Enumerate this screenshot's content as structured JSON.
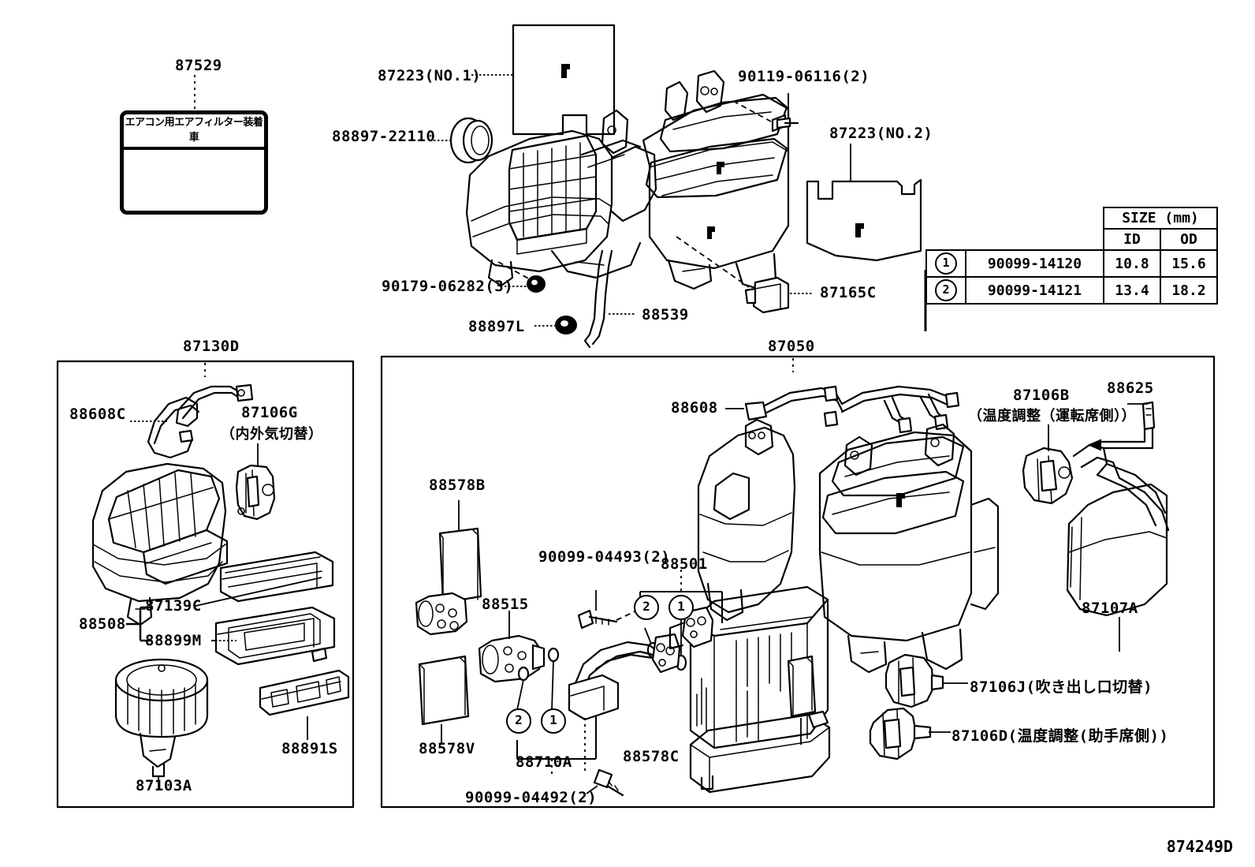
{
  "drawing": {
    "number": "874249D",
    "label_plate": {
      "part": "87529",
      "text_jp": "エアコン用エアフィルター装着車"
    }
  },
  "top_section": {
    "callouts": [
      {
        "id": "c1",
        "part": "87223(NO.1)"
      },
      {
        "id": "c2",
        "part": "88897-22110"
      },
      {
        "id": "c3",
        "part": "90119-06116(2)"
      },
      {
        "id": "c4",
        "part": "87223(NO.2)"
      },
      {
        "id": "c5",
        "part": "87165C"
      },
      {
        "id": "c6",
        "part": "90179-06282(3)"
      },
      {
        "id": "c7",
        "part": "88897L"
      },
      {
        "id": "c8",
        "part": "88539"
      }
    ]
  },
  "size_table": {
    "header_span": "SIZE (mm)",
    "col_id": "ID",
    "col_od": "OD",
    "rows": [
      {
        "mark": "1",
        "part": "90099-14120",
        "id": "10.8",
        "od": "15.6"
      },
      {
        "mark": "2",
        "part": "90099-14121",
        "id": "13.4",
        "od": "18.2"
      }
    ]
  },
  "blower_panel": {
    "title": "87130D",
    "callouts": [
      {
        "id": "b1",
        "part": "88608C"
      },
      {
        "id": "b2",
        "part": "87106G",
        "sub": "（内外気切替）"
      },
      {
        "id": "b3",
        "part": "87139C"
      },
      {
        "id": "b4",
        "part": "88508"
      },
      {
        "id": "b5",
        "part": "88899M"
      },
      {
        "id": "b6",
        "part": "88891S"
      },
      {
        "id": "b7",
        "part": "87103A"
      }
    ]
  },
  "cooling_panel": {
    "title": "87050",
    "callouts": [
      {
        "id": "h1",
        "part": "88608"
      },
      {
        "id": "h2",
        "part": "87106B",
        "sub": "（温度調整（運転席側））"
      },
      {
        "id": "h3",
        "part": "88625"
      },
      {
        "id": "h4",
        "part": "87107A"
      },
      {
        "id": "h5",
        "part": "88578B"
      },
      {
        "id": "h6",
        "part": "88515"
      },
      {
        "id": "h7",
        "part": "90099-04493(2)"
      },
      {
        "id": "h8",
        "part": "88501"
      },
      {
        "id": "h9",
        "part": "88578V"
      },
      {
        "id": "h10",
        "part": "88710A"
      },
      {
        "id": "h11",
        "part": "88578C"
      },
      {
        "id": "h12",
        "part": "90099-04492(2)"
      },
      {
        "id": "h13",
        "part": "87106J(吹き出し口切替)"
      },
      {
        "id": "h14",
        "part": "87106D(温度調整(助手席側))"
      }
    ],
    "marks": [
      "1",
      "2"
    ]
  }
}
